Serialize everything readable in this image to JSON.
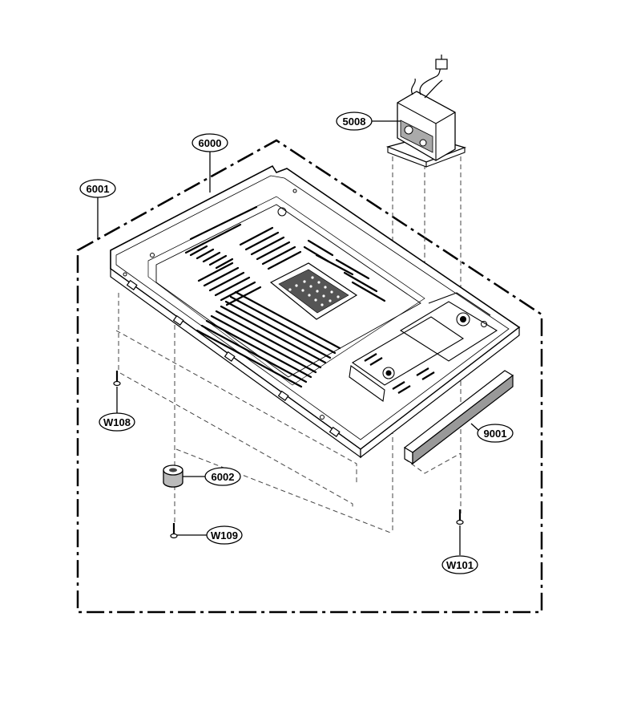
{
  "diagram": {
    "part_labels": {
      "p5008": "5008",
      "p6000": "6000",
      "p6001": "6001",
      "p6002": "6002",
      "p9001": "9001",
      "pW101": "W101",
      "pW108": "W108",
      "pW109": "W109"
    },
    "colors": {
      "line": "#000000",
      "background": "#ffffff",
      "shade": "#888888"
    }
  }
}
